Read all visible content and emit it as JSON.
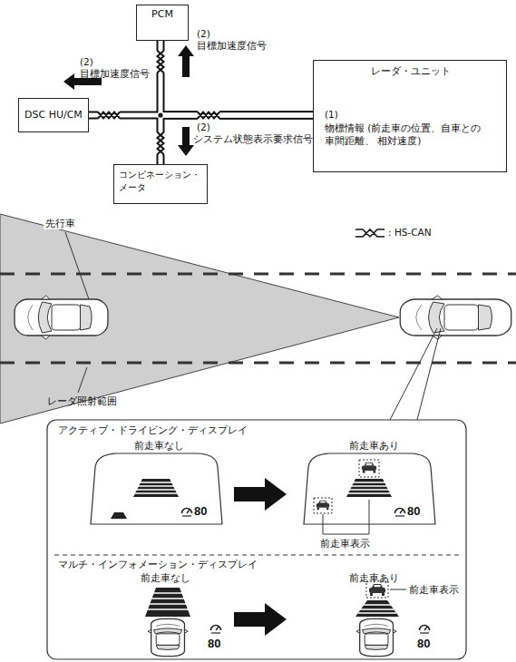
{
  "diagram": {
    "nodes": [
      {
        "text": [
          "PCM"
        ]
      },
      {
        "text": [
          "DSC HU/CM"
        ]
      },
      {
        "text": [
          "レーダ・ユニット",
          "(1)",
          "物標情報 (前走車の位置、自車との車間距離、 相対速度)"
        ]
      },
      {
        "text": [
          "コンビネーション・ メータ"
        ]
      }
    ],
    "edges": [
      {
        "from": 2,
        "to": 1,
        "arrow": "none"
      },
      {
        "from": 2,
        "to": 0,
        "arrow": "none"
      },
      {
        "from": 2,
        "to": 3,
        "arrow": "none"
      }
    ],
    "labels": [
      "(2)",
      "目標加速度信号",
      "(2)",
      "目標加速度信号",
      "(2)",
      "システム状態表示要求信号",
      "先行車",
      "レーダ照射範囲",
      "アクティブ・ドライビング・ディスプレイ",
      "前走車なし",
      "前走車あり",
      "80",
      "80",
      "前走車表示",
      "マルチ・インフォメーション・ディスプレイ",
      "前走車なし",
      "前走車あり",
      "前走車表示",
      "80",
      "80"
    ],
    "legend": [
      {
        "text": ": HS-CAN"
      }
    ]
  }
}
